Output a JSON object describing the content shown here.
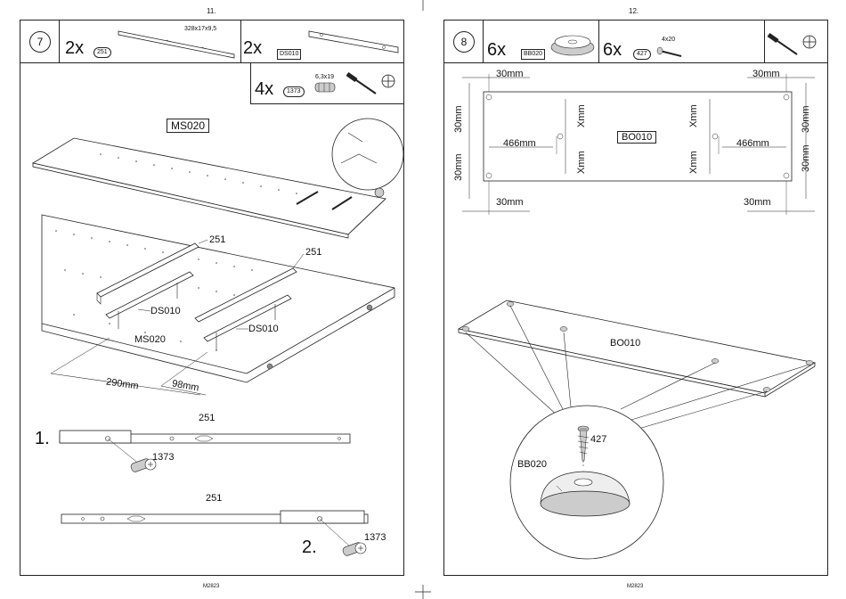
{
  "left_page": {
    "page_number": "11.",
    "footer": "M2823",
    "step": "7",
    "parts": [
      {
        "qty": "2x",
        "id": "251",
        "dim": "328x17x9,5"
      },
      {
        "qty": "2x",
        "id": "DS010"
      },
      {
        "qty": "4x",
        "id": "1373",
        "dim": "6,3x19"
      }
    ],
    "labels": {
      "ms020_top": "MS020",
      "rail_a": "251",
      "rail_b": "251",
      "ds_a": "DS010",
      "ds_b": "DS010",
      "ms020_mid": "MS020",
      "dim_290": "290mm",
      "dim_98": "98mm",
      "detail1_title": "251",
      "detail1_num": "1.",
      "detail1_screw": "1373",
      "detail2_title": "251",
      "detail2_num": "2.",
      "detail2_screw": "1373"
    }
  },
  "right_page": {
    "page_number": "12.",
    "footer": "M2823",
    "step": "8",
    "parts": [
      {
        "qty": "6x",
        "id": "BB020"
      },
      {
        "qty": "6x",
        "id": "427",
        "dim": "4x20"
      }
    ],
    "labels": {
      "top_left_30": "30mm",
      "top_right_30": "30mm",
      "left_30a": "30mm",
      "left_30b": "30mm",
      "right_30a": "30mm",
      "right_30b": "30mm",
      "x_left_a": "Xmm",
      "x_left_b": "Xmm",
      "x_right_a": "Xmm",
      "x_right_b": "Xmm",
      "dim_466_left": "466mm",
      "dim_466_right": "466mm",
      "panel": "BO010",
      "bot_left_30": "30mm",
      "bot_right_30": "30mm",
      "panel_3d": "BO010",
      "screw_427": "427",
      "foot_bb020": "BB020"
    }
  }
}
